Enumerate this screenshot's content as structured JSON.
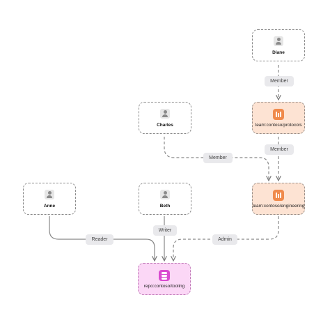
{
  "users": {
    "diane": "Diane",
    "charles": "Charles",
    "anne": "Anne",
    "beth": "Beth"
  },
  "teams": {
    "protocols": "team:contoso/protocols",
    "engineering": "team:contoso/engineering"
  },
  "repo": {
    "tooling": "repo:contoso/tooling"
  },
  "edges": {
    "diane_protocols": "Member",
    "protocols_engineering": "Member",
    "charles_engineering": "Member",
    "anne_repo": "Reader",
    "beth_repo": "Writer",
    "engineering_repo": "Admin"
  },
  "colors": {
    "team_fill": "#fde3d3",
    "team_icon": "#f08a4b",
    "repo_fill": "#fbd7f6",
    "repo_icon": "#d94bd0",
    "edge": "#888888"
  }
}
